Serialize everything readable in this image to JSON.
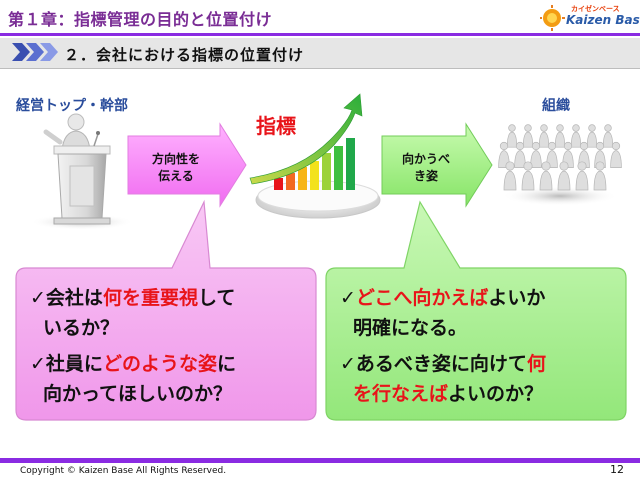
{
  "header": {
    "title": "第１章：指標管理の目的と位置付け",
    "logo_sub": "カイゼンベース",
    "logo_main": "Kaizen Base"
  },
  "section": {
    "subtitle": "２．会社における指標の位置付け"
  },
  "diagram": {
    "top_label": "経営トップ・幹部",
    "index_label": "指標",
    "org_label": "組織",
    "arrow1": {
      "line1": "方向性を",
      "line2": "伝える"
    },
    "arrow2": {
      "line1": "向かうべ",
      "line2": "き姿"
    }
  },
  "callout_left": {
    "fill": "#f4b3f0",
    "items": [
      {
        "check": "✓",
        "a": "会社は",
        "b": "何を重要視",
        "c": "して",
        "line2": "いるか？"
      },
      {
        "check": "✓",
        "a": "社員に",
        "b": "どのような姿",
        "c": "に",
        "line2": "向かってほしいのか？"
      }
    ]
  },
  "callout_right": {
    "fill": "#aef09a",
    "items": [
      {
        "check": "✓",
        "a": "",
        "b": "どこへ向かえば",
        "c": "よいか",
        "line2": "明確になる。"
      },
      {
        "check": "✓",
        "a": "あるべき姿に向けて",
        "b": "何",
        "c": "",
        "line2_red": "を行なえば",
        "line2_rest": "よいのか？"
      }
    ]
  },
  "colors": {
    "accent": "#8a2be2",
    "title": "#7a2d95",
    "label": "#2a4d9c",
    "highlight": "#e8141a"
  },
  "footer": {
    "copyright": "Copyright ©  Kaizen Base  All Rights Reserved.",
    "page": "12"
  }
}
